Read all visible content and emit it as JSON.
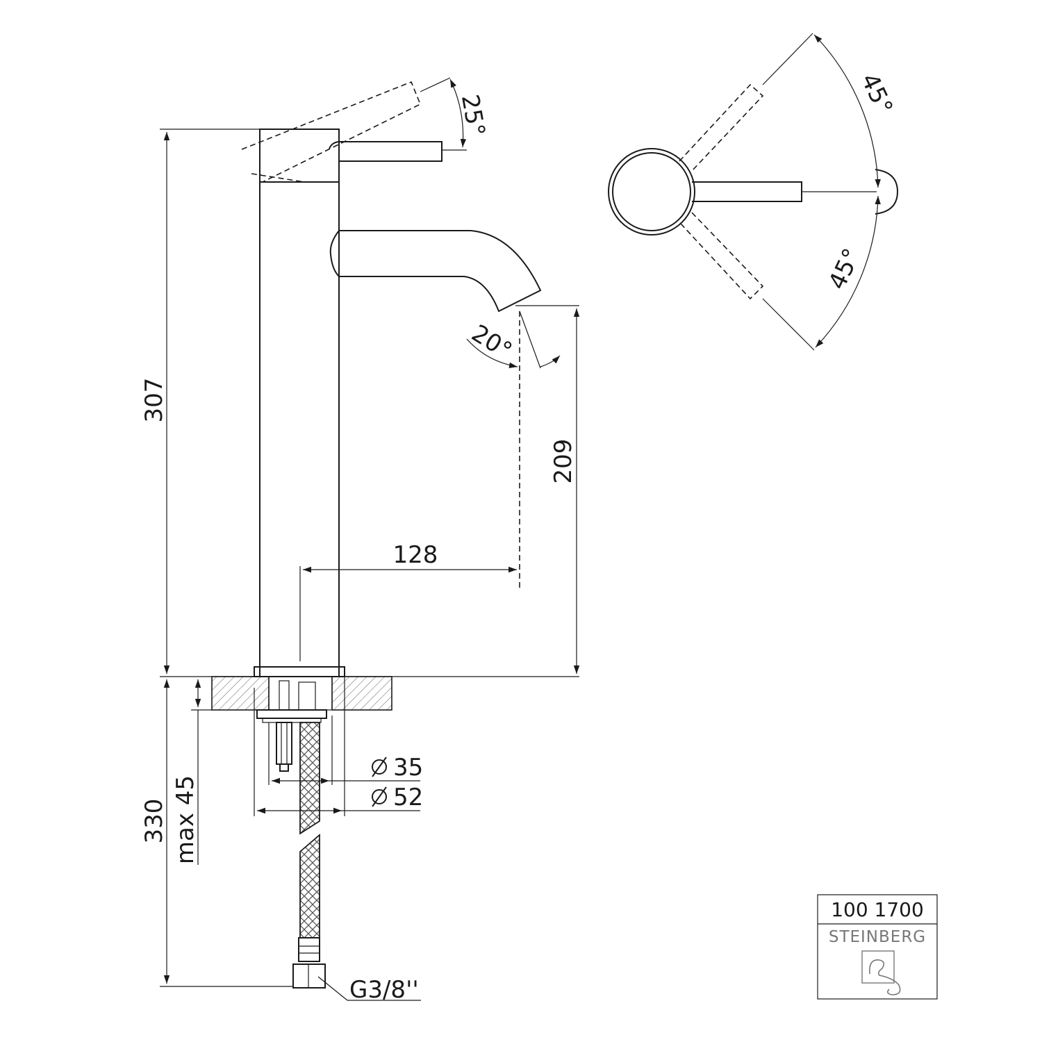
{
  "drawing": {
    "dimensions": {
      "total_height": "307",
      "spout_height": "209",
      "spout_reach": "128",
      "below_deck_length": "330",
      "max_deck_thickness": "max 45",
      "hole_diameter": "35",
      "base_diameter": "52",
      "connection_thread": "G3/8''"
    },
    "angles": {
      "lever_tilt": "25°",
      "spout_outlet": "20°",
      "lever_swing_left": "45°",
      "lever_swing_right": "45°"
    },
    "symbols": {
      "diameter_icon": "diameter-symbol"
    }
  },
  "title_block": {
    "article_number": "100 1700",
    "brand": "STEINBERG",
    "logo_icon": "steinberg-logo-icon"
  }
}
